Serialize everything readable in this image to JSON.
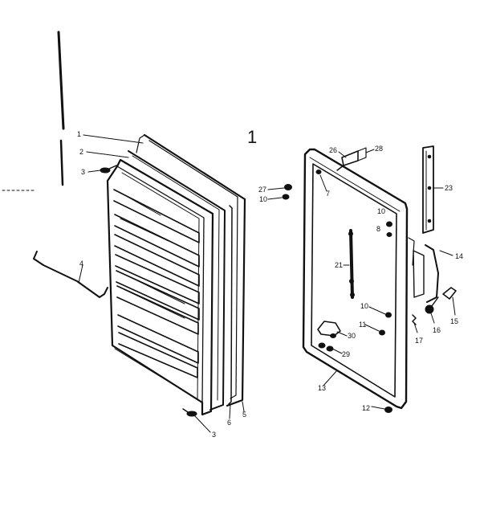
{
  "diagram": {
    "figure_number": "1",
    "callouts": [
      {
        "id": "c1",
        "text": "1"
      },
      {
        "id": "c2",
        "text": "2"
      },
      {
        "id": "c3a",
        "text": "3"
      },
      {
        "id": "c4",
        "text": "4"
      },
      {
        "id": "c3b",
        "text": "3"
      },
      {
        "id": "c6",
        "text": "6"
      },
      {
        "id": "c5",
        "text": "5"
      },
      {
        "id": "c26",
        "text": "26"
      },
      {
        "id": "c28",
        "text": "28"
      },
      {
        "id": "c27",
        "text": "27"
      },
      {
        "id": "c10a",
        "text": "10"
      },
      {
        "id": "c7",
        "text": "7"
      },
      {
        "id": "c10b",
        "text": "10"
      },
      {
        "id": "c8",
        "text": "8"
      },
      {
        "id": "c21",
        "text": "21"
      },
      {
        "id": "c10c",
        "text": "10"
      },
      {
        "id": "c11",
        "text": "11"
      },
      {
        "id": "c30",
        "text": "30"
      },
      {
        "id": "c29",
        "text": "29"
      },
      {
        "id": "c13",
        "text": "13"
      },
      {
        "id": "c12",
        "text": "12"
      },
      {
        "id": "c23",
        "text": "23"
      },
      {
        "id": "c14",
        "text": "14"
      },
      {
        "id": "c15",
        "text": "15"
      },
      {
        "id": "c16",
        "text": "16"
      },
      {
        "id": "c17",
        "text": "17"
      }
    ]
  }
}
